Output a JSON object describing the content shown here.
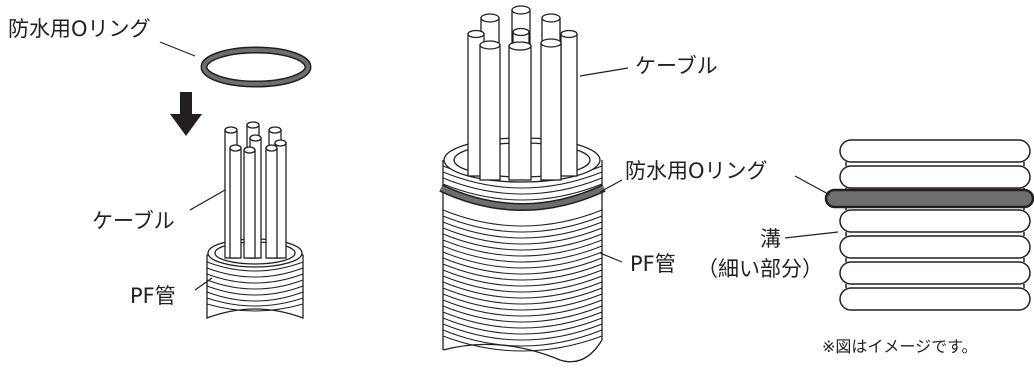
{
  "colors": {
    "line": "#231f20",
    "ring": "#6d6e70",
    "fill": "#ffffff"
  },
  "left_figure": {
    "oring_label": "防水用Oリング",
    "cable_label": "ケーブル",
    "pipe_label": "PF管",
    "arrow_icon": "down-arrow-icon"
  },
  "middle_figure": {
    "cable_label": "ケーブル",
    "oring_label": "防水用Oリング",
    "pipe_label": "PF管"
  },
  "right_figure": {
    "groove_label": "溝",
    "groove_sub_label": "（細い部分）"
  },
  "footnote": "※図はイメージです。"
}
